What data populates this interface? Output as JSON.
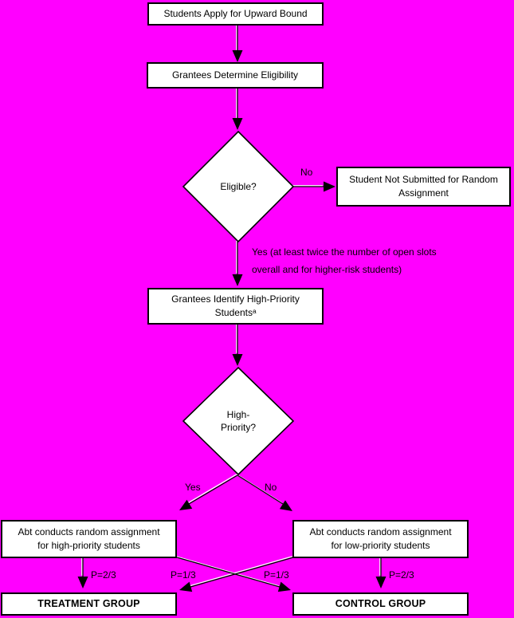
{
  "colors": {
    "background": "#ff00ff",
    "box_fill": "#ffffff",
    "line": "#000000",
    "line_highlight": "#ffffff"
  },
  "flowchart": {
    "boxes": {
      "apply": [
        "Students Apply for Upward Bound"
      ],
      "determine_eligibility": [
        "Grantees Determine Eligibility"
      ],
      "not_submitted": [
        "Student Not Submitted for Random",
        "Assignment"
      ],
      "identify_high_priority": [
        "Grantees Identify High-Priority",
        "Studentsᵃ"
      ],
      "abt_high": [
        "Abt conducts random assignment",
        "for high-priority students"
      ],
      "abt_low": [
        "Abt conducts random assignment",
        "for low-priority students"
      ],
      "treatment_group": [
        "TREATMENT GROUP"
      ],
      "control_group": [
        "CONTROL GROUP"
      ]
    },
    "decisions": {
      "eligible": [
        "Eligible?"
      ],
      "high_priority": [
        "High-",
        "Priority?"
      ]
    },
    "edge_labels": {
      "eligible_no": "No",
      "eligible_yes_line1": "Yes (at least twice the number of open slots",
      "eligible_yes_line2": "overall and for higher-risk students)",
      "high_priority_yes": "Yes",
      "high_priority_no": "No",
      "p_high_to_treatment": "P=2/3",
      "p_low_to_treatment": "P=1/3",
      "p_high_to_control": "P=1/3",
      "p_low_to_control": "P=2/3"
    }
  }
}
